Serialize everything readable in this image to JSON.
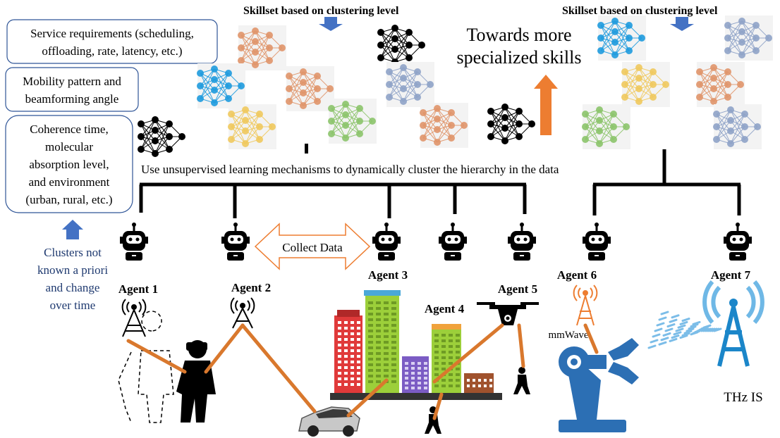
{
  "skillset_left": "Skillset based on clustering level",
  "skillset_right": "Skillset based on clustering level",
  "service_box": [
    "Service requirements (scheduling,",
    "offloading, rate, latency, etc.)"
  ],
  "mobility_box": [
    "Mobility pattern and",
    "beamforming angle"
  ],
  "coherence_box": [
    "Coherence time,",
    "molecular",
    "absorption level,",
    "and environment",
    "(urban, rural, etc.)"
  ],
  "clusters_note": [
    "Clusters not",
    "known a priori",
    "and change",
    "over time"
  ],
  "specialized": [
    "Towards more",
    "specialized skills"
  ],
  "unsupervised": "Use unsupervised learning mechanisms to dynamically cluster the hierarchy in the data",
  "collect_data": "Collect Data",
  "agents": [
    "Agent 1",
    "Agent 2",
    "Agent 3",
    "Agent 4",
    "Agent 5",
    "Agent 6",
    "Agent 7"
  ],
  "mmwave": "mmWave",
  "thz": "THz IS",
  "colors": {
    "blue_arrow": "#4472c4",
    "orange_arrow": "#ed7d31",
    "box_border": "#2f5597",
    "note_text": "#1f3a70",
    "link": "#d9782d",
    "nn_blue": "#1f9bde",
    "nn_orange": "#e0956a",
    "nn_yellow": "#f0c95e",
    "nn_green": "#8cc46b",
    "nn_steel": "#8fa3c8",
    "thz_blue": "#1b86c9"
  }
}
